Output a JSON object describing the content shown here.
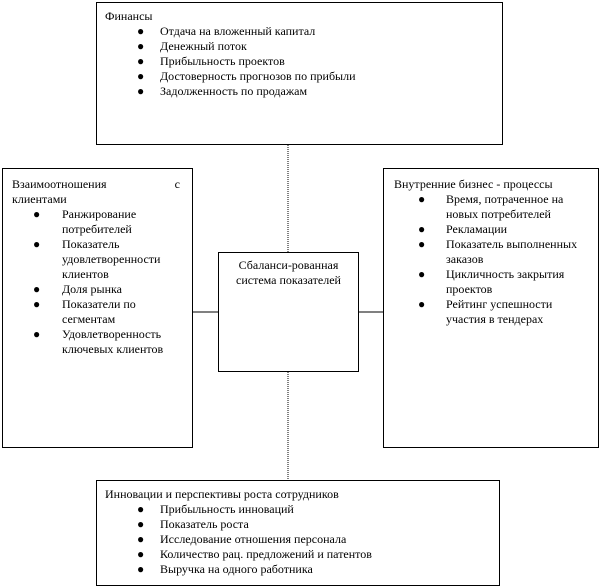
{
  "finance": {
    "title": "Финансы",
    "items": [
      "Отдача на вложенный капитал",
      "Денежный поток",
      "Прибыльность проектов",
      "Достоверность прогнозов по прибыли",
      "Задолженность по продажам"
    ]
  },
  "customers": {
    "title_left": "Взаимоотношения",
    "title_right": "с",
    "title_line2": "клиентами",
    "items": [
      "Ранжирование потребителей",
      "Показатель удовлетворенности клиентов",
      "Доля рынка",
      "Показатели по сегментам",
      "Удовлетворенность ключевых клиентов"
    ]
  },
  "processes": {
    "title": "Внутренние бизнес - процессы",
    "items": [
      "Время, потраченное на новых потребителей",
      "Рекламации",
      "Показатель выполненных заказов",
      "Цикличность закрытия проектов",
      "Рейтинг успешности участия в тендерах"
    ]
  },
  "center": {
    "text": "Сбаланси-рованная система показателей"
  },
  "growth": {
    "title": "Инновации и перспективы роста сотрудников",
    "items": [
      "Прибыльность инноваций",
      "Показатель роста",
      "Исследование отношения персонала",
      "Количество рац. предложений и патентов",
      "Выручка на одного работника"
    ]
  },
  "bullet_glyph": "●"
}
